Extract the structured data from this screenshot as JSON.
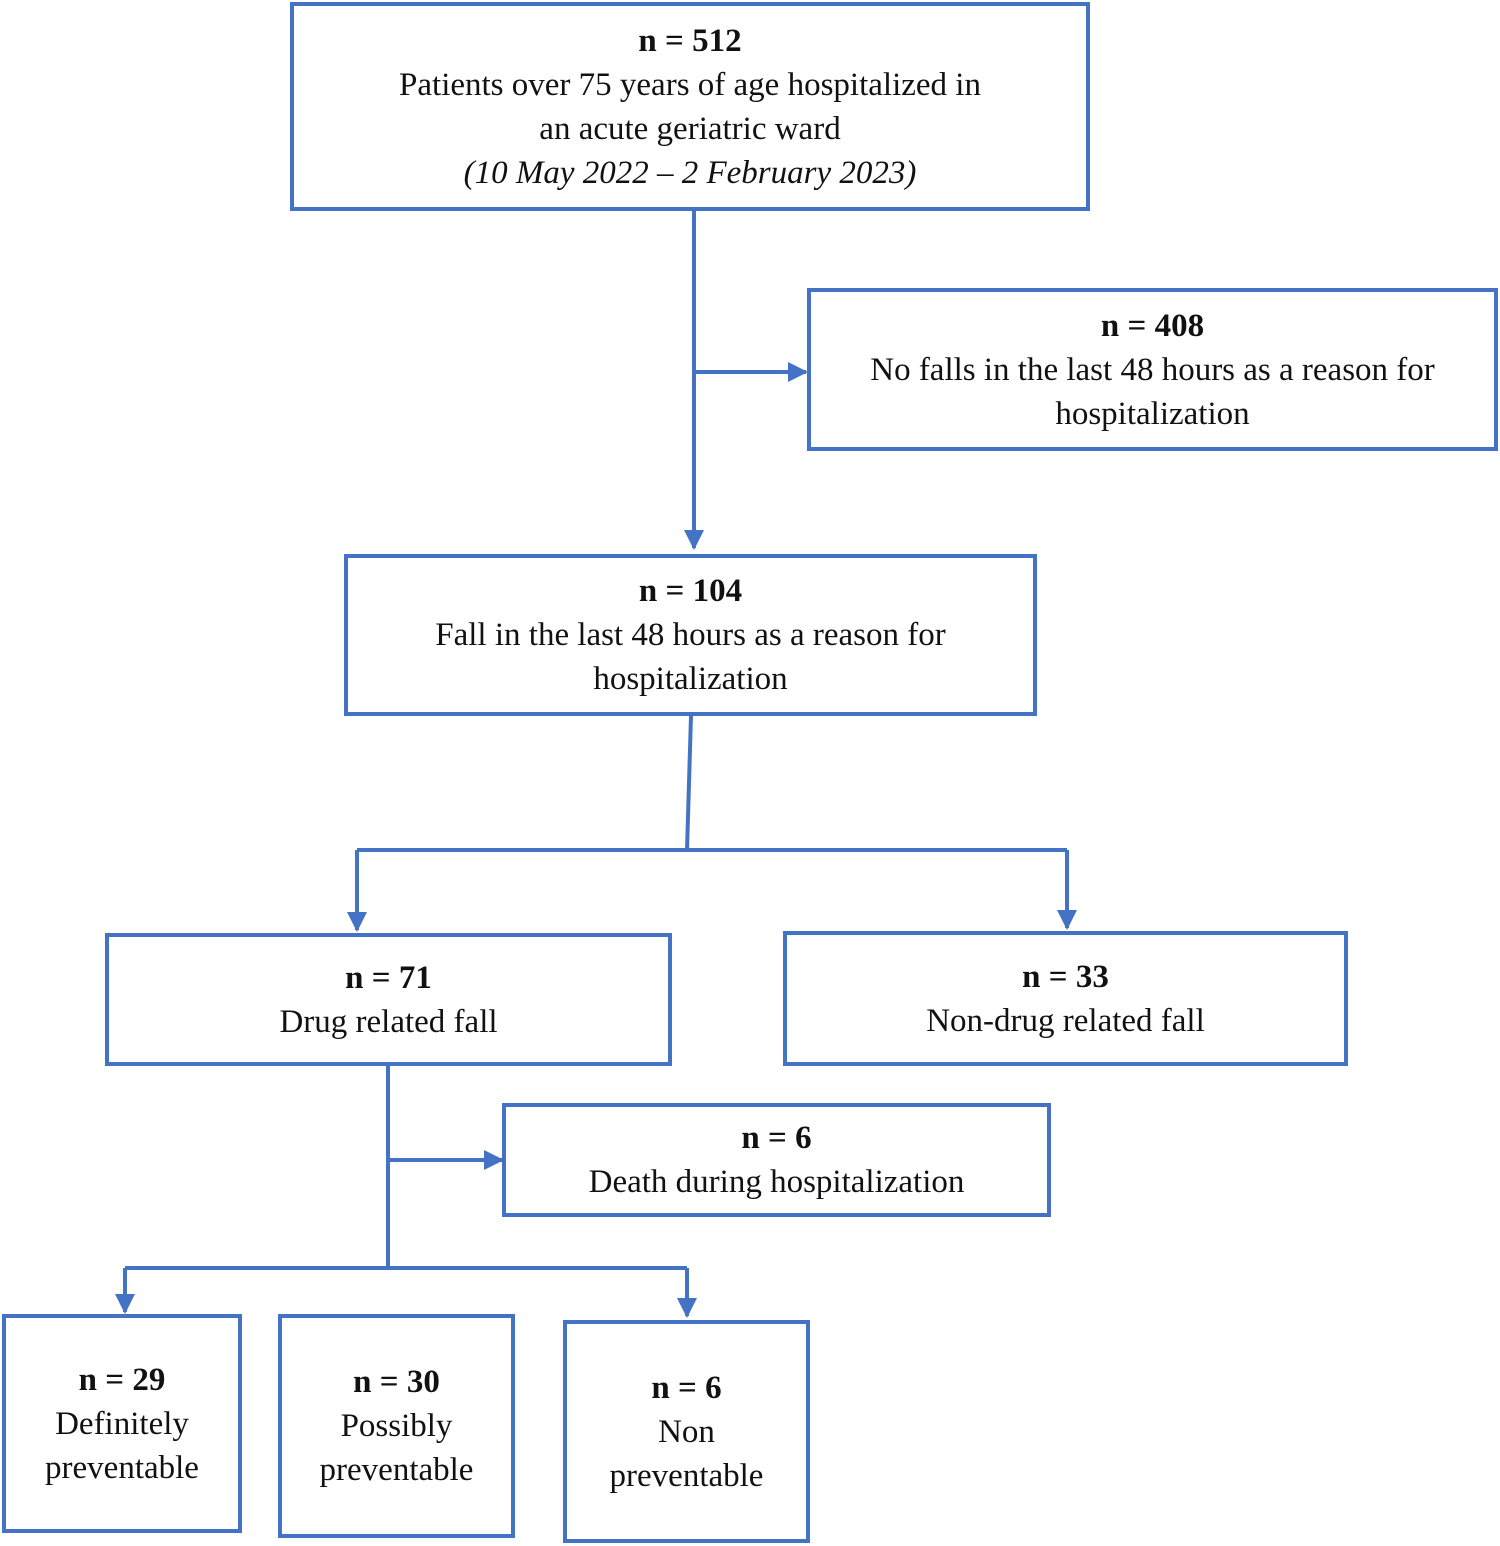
{
  "colors": {
    "accent": "#4472C4"
  },
  "boxes": {
    "b512": {
      "n": "n = 512",
      "lines": [
        "Patients over 75 years of age hospitalized in",
        "an acute geriatric ward"
      ],
      "period": "(10 May 2022 – 2 February 2023)"
    },
    "b408": {
      "n": "n = 408",
      "lines": [
        "No falls in the last 48 hours as a reason for",
        "hospitalization"
      ]
    },
    "b104": {
      "n": "n = 104",
      "lines": [
        "Fall in the last 48 hours as a reason for",
        "hospitalization"
      ]
    },
    "b71": {
      "n": "n = 71",
      "lines": [
        "Drug related fall"
      ]
    },
    "b33": {
      "n": "n = 33",
      "lines": [
        "Non-drug related fall"
      ]
    },
    "b6death": {
      "n": "n = 6",
      "lines": [
        "Death during hospitalization"
      ]
    },
    "b29": {
      "n": "n = 29",
      "lines": [
        "Definitely",
        "preventable"
      ]
    },
    "b30": {
      "n": "n = 30",
      "lines": [
        "Possibly",
        "preventable"
      ]
    },
    "b6non": {
      "n": "n = 6",
      "lines": [
        "Non",
        "preventable"
      ]
    }
  }
}
